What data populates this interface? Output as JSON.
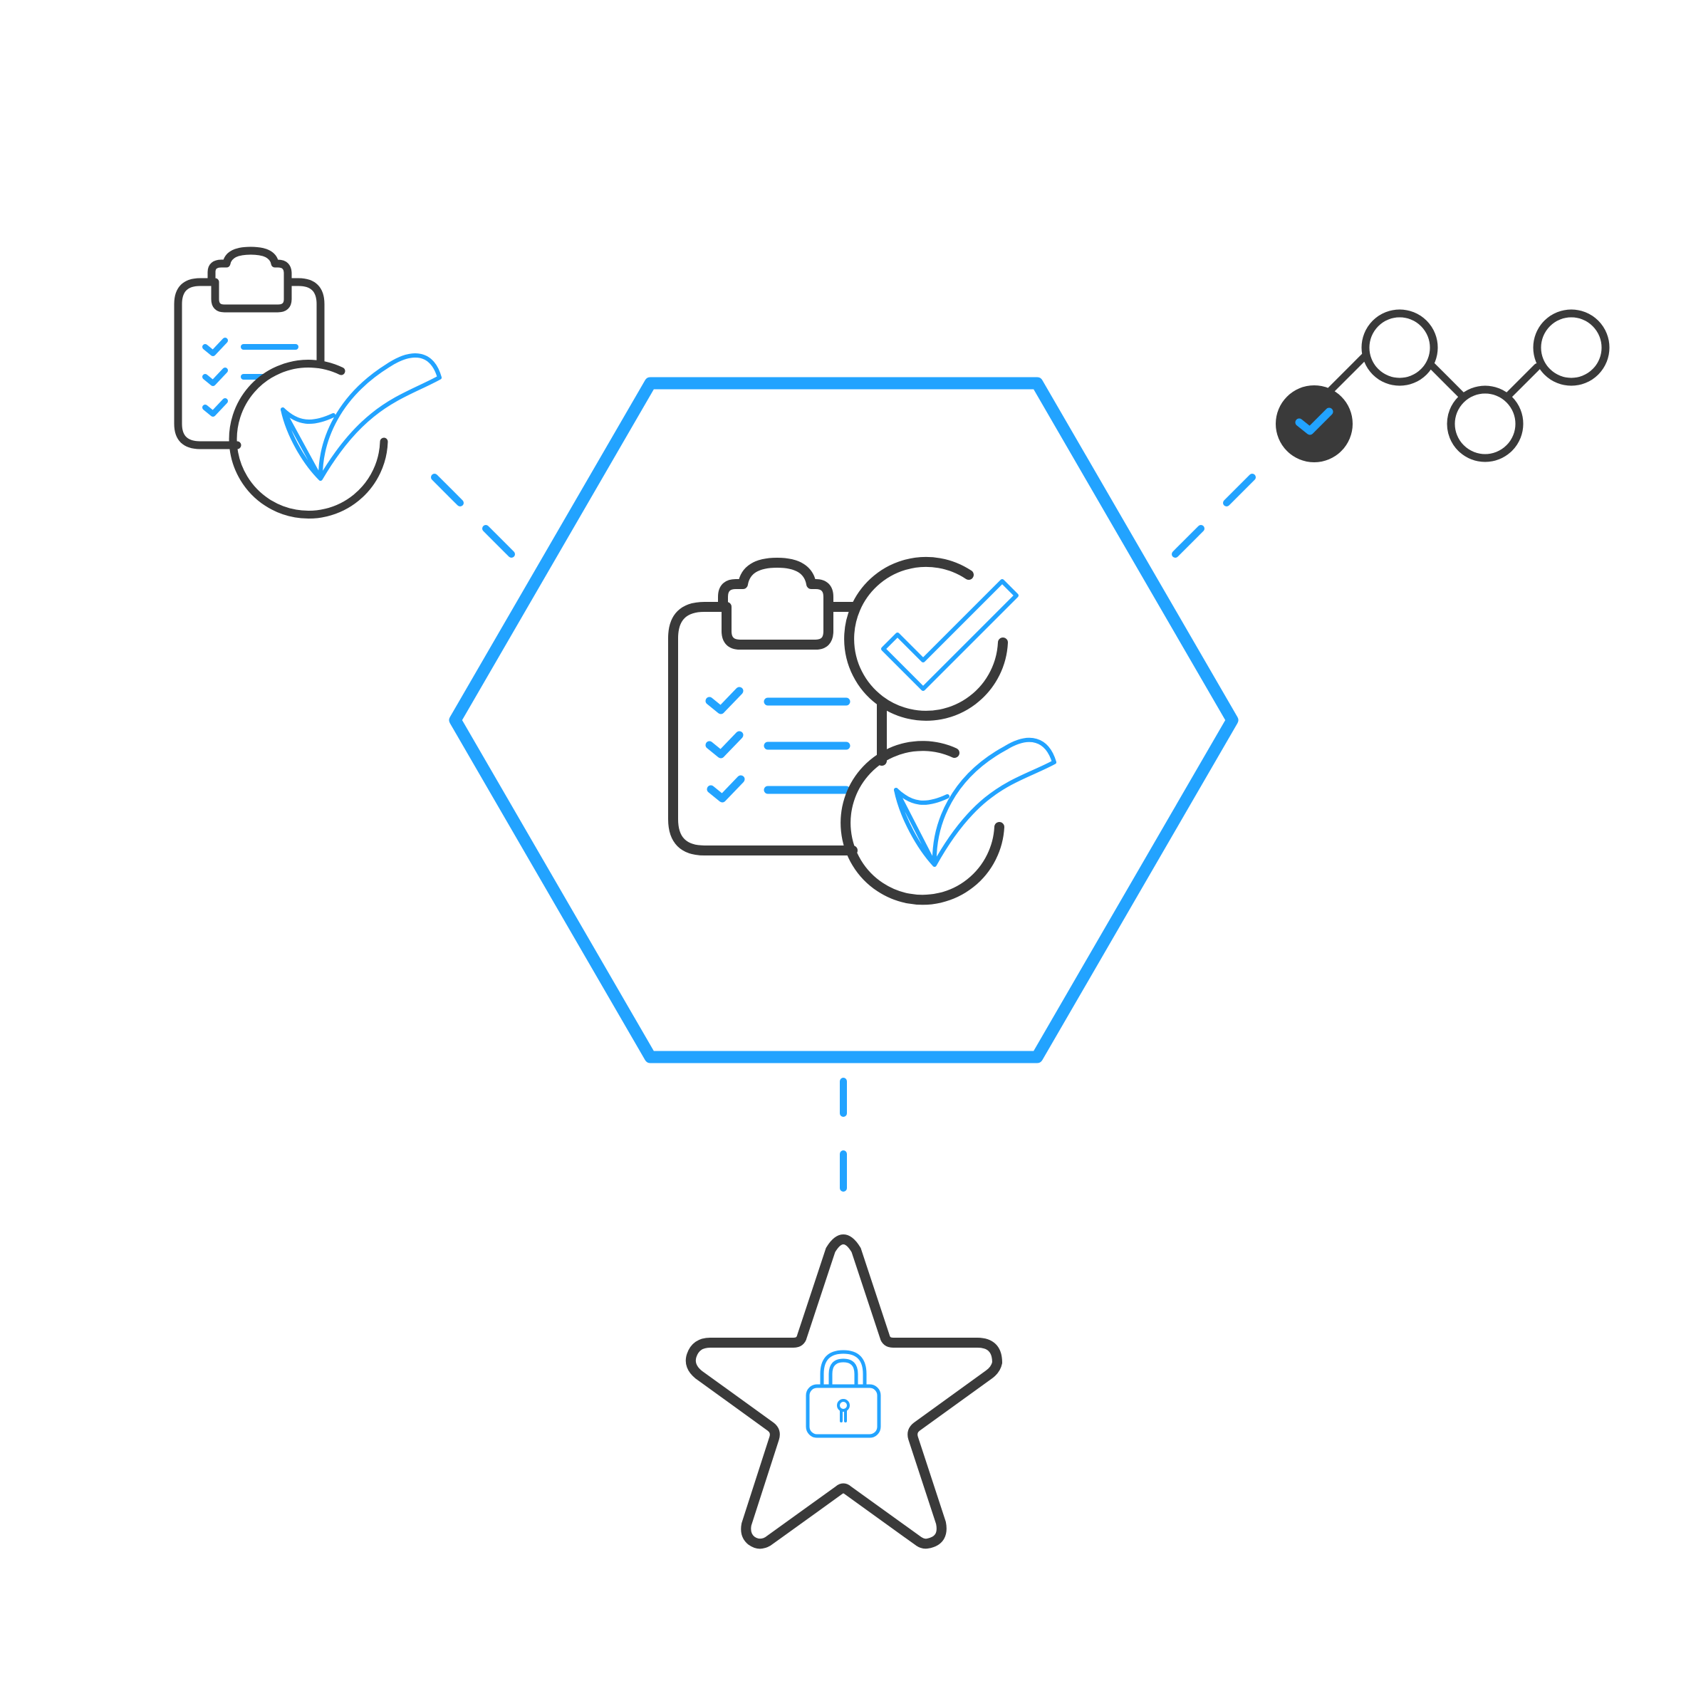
{
  "colors": {
    "accent": "#22a3ff",
    "dark": "#3a3a3a",
    "background": "#ffffff"
  },
  "diagram": {
    "center": {
      "shape": "hexagon",
      "icon": "clipboard-checklist-double-check-icon"
    },
    "nodes": [
      {
        "id": "top-left",
        "icon": "clipboard-checklist-check-icon"
      },
      {
        "id": "top-right",
        "icon": "progress-steps-icon"
      },
      {
        "id": "bottom",
        "icon": "star-lock-icon"
      }
    ],
    "connectors": [
      {
        "from": "top-left",
        "to": "center",
        "style": "dashed"
      },
      {
        "from": "top-right",
        "to": "center",
        "style": "dashed"
      },
      {
        "from": "bottom",
        "to": "center",
        "style": "dashed"
      }
    ]
  }
}
